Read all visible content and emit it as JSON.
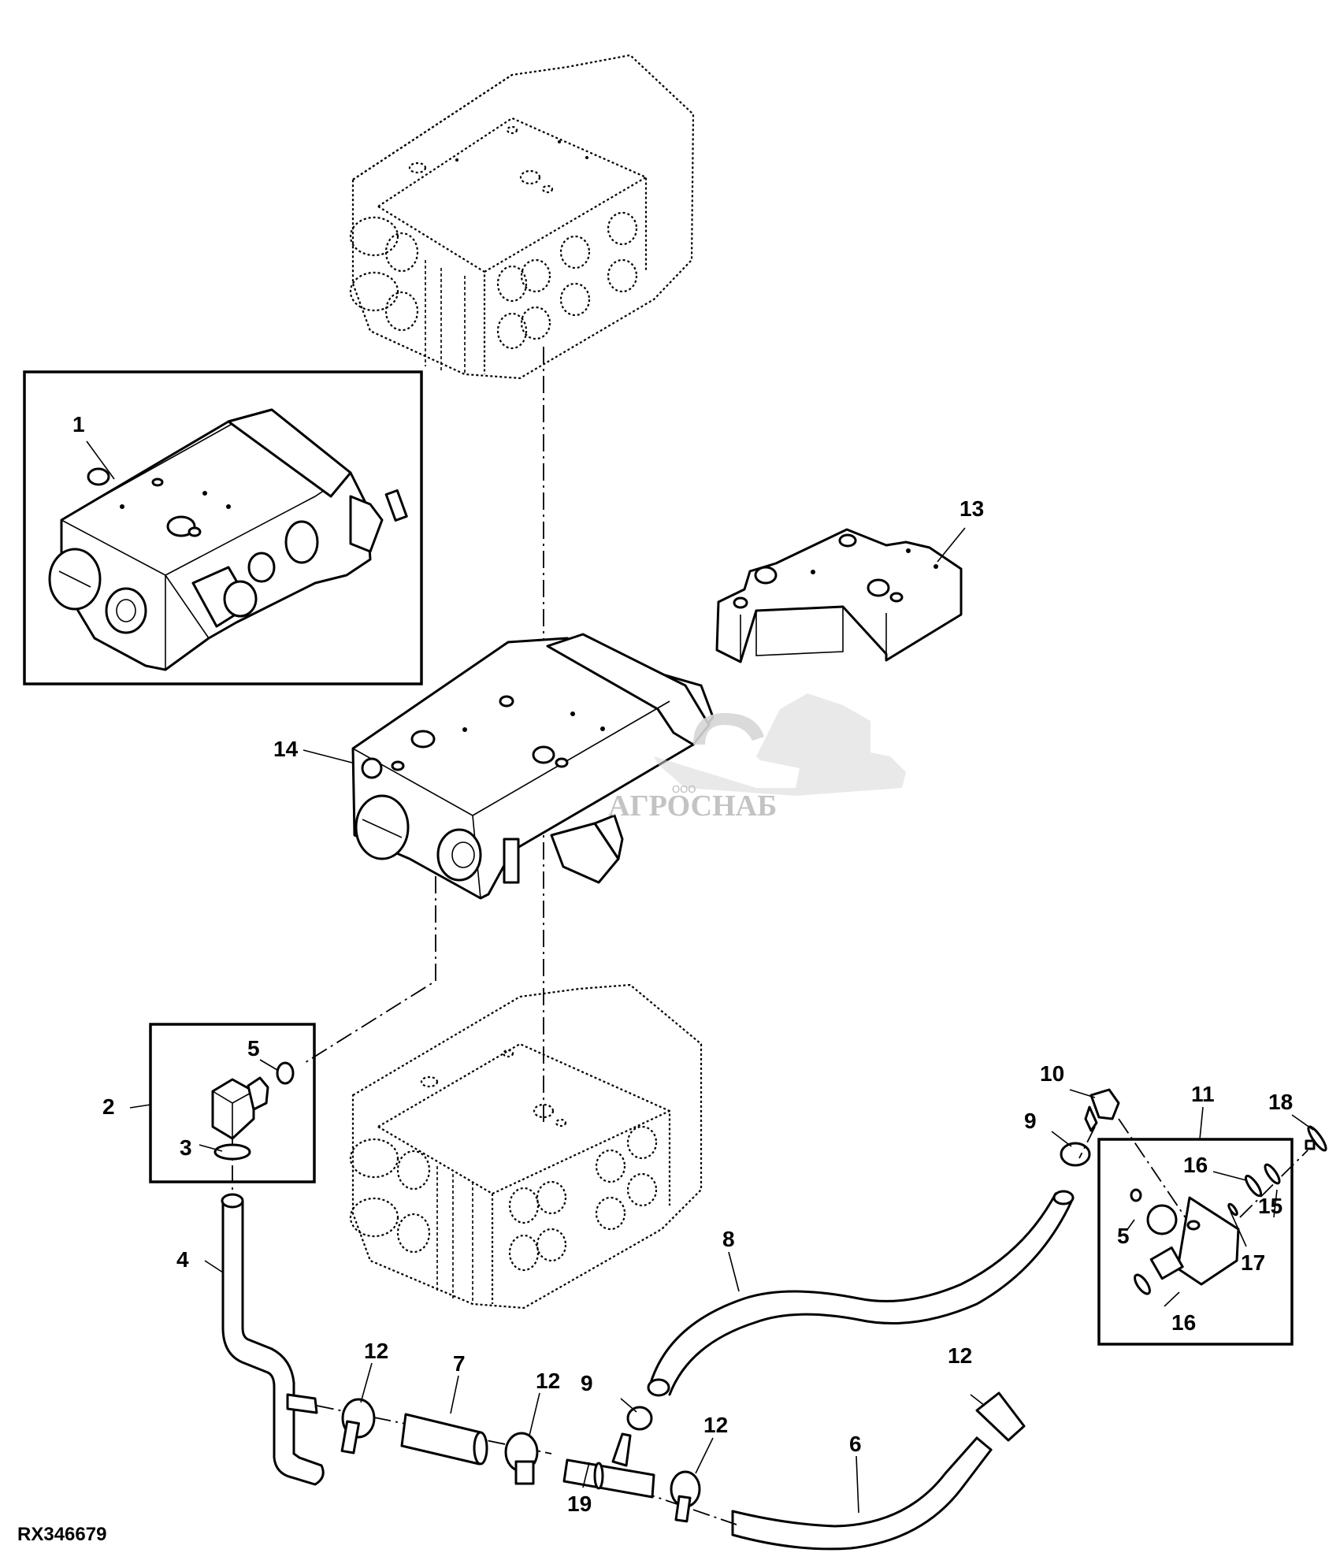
{
  "figure": {
    "id": "RX346679",
    "type": "exploded parts diagram"
  },
  "watermark": {
    "prefix": "ООО",
    "brand": "АГРОСНАБ"
  },
  "callouts": [
    {
      "id": "c1",
      "number": "1"
    },
    {
      "id": "c2",
      "number": "2"
    },
    {
      "id": "c3",
      "number": "3"
    },
    {
      "id": "c4",
      "number": "4"
    },
    {
      "id": "c5a",
      "number": "5"
    },
    {
      "id": "c5b",
      "number": "5"
    },
    {
      "id": "c6",
      "number": "6"
    },
    {
      "id": "c7",
      "number": "7"
    },
    {
      "id": "c8",
      "number": "8"
    },
    {
      "id": "c9a",
      "number": "9"
    },
    {
      "id": "c9b",
      "number": "9"
    },
    {
      "id": "c10",
      "number": "10"
    },
    {
      "id": "c11",
      "number": "11"
    },
    {
      "id": "c12a",
      "number": "12"
    },
    {
      "id": "c12b",
      "number": "12"
    },
    {
      "id": "c12c",
      "number": "12"
    },
    {
      "id": "c12d",
      "number": "12"
    },
    {
      "id": "c13",
      "number": "13"
    },
    {
      "id": "c14",
      "number": "14"
    },
    {
      "id": "c15",
      "number": "15"
    },
    {
      "id": "c16a",
      "number": "16"
    },
    {
      "id": "c16b",
      "number": "16"
    },
    {
      "id": "c17",
      "number": "17"
    },
    {
      "id": "c18",
      "number": "18"
    },
    {
      "id": "c19",
      "number": "19"
    }
  ]
}
